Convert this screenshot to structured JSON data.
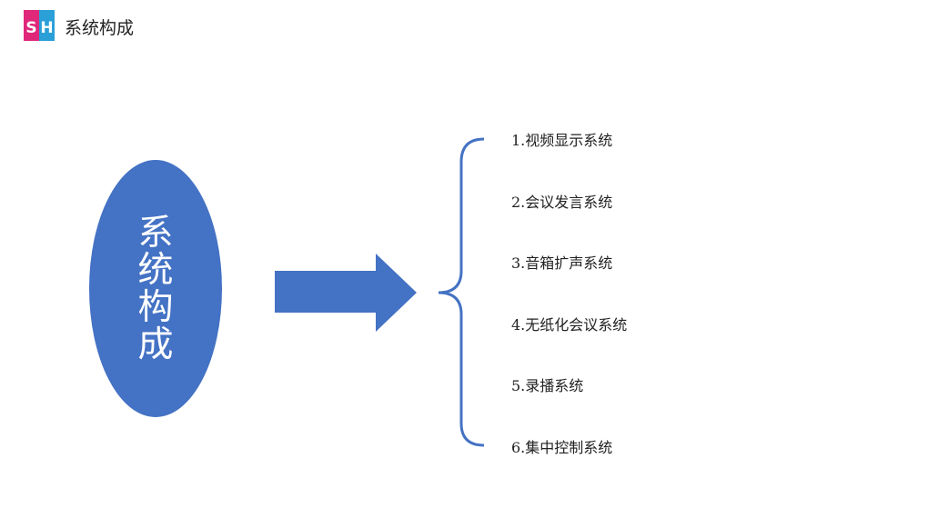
{
  "header": {
    "logo_text": "SH",
    "title": "系统构成"
  },
  "diagram": {
    "center_label": "系统构成",
    "items": [
      "1.视频显示系统",
      "2.会议发言系统",
      "3.音箱扩声系统",
      "4.无纸化会议系统",
      "5.录播系统",
      "6.集中控制系统"
    ]
  },
  "colors": {
    "shape_fill": "#4472c4",
    "logo_magenta": "#e0287a",
    "logo_blue": "#2a9fd8"
  }
}
